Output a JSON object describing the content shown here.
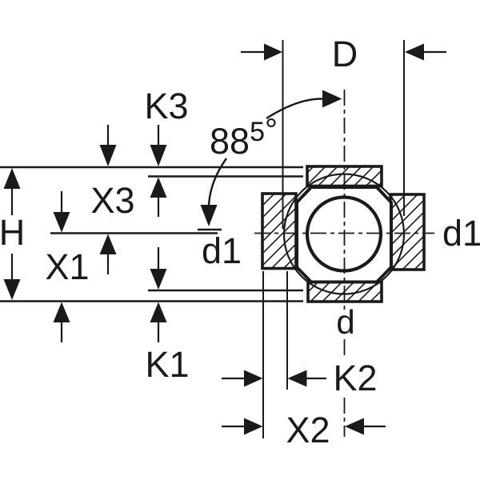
{
  "drawing": {
    "background": "#ffffff",
    "line_color": "#1a1a1a",
    "labels": {
      "top_diameter": "D",
      "k3": "K3",
      "x3": "X3",
      "height": "H",
      "x1": "X1",
      "k1": "K1",
      "k2": "K2",
      "x2": "X2",
      "branch_diameter_left": "d1",
      "branch_diameter_right": "d1",
      "bottom_diameter": "d"
    },
    "angle": {
      "base": "88",
      "superscript": "5",
      "degree": "°"
    }
  }
}
